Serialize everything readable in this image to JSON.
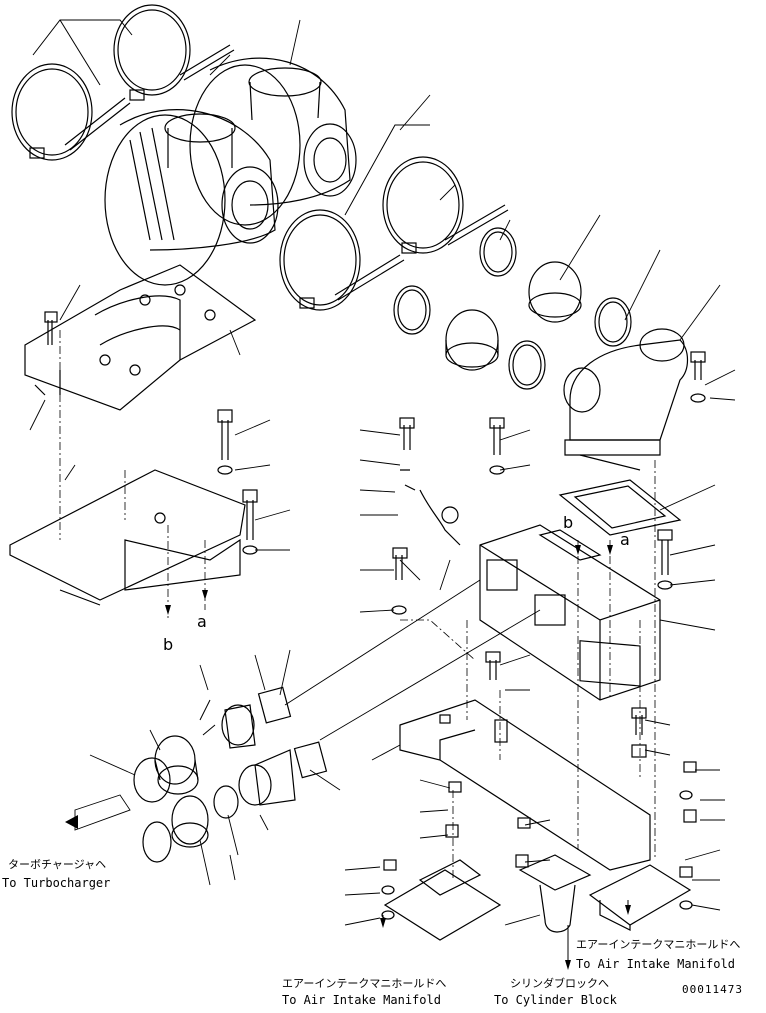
{
  "labels": {
    "turbo_jp": "ターボチャージャヘ",
    "turbo_en": "To Turbocharger",
    "intake_right_jp": "エアーインテークマニホールドへ",
    "intake_right_en": "To Air Intake Manifold",
    "intake_bottom_jp": "エアーインテークマニホールドへ",
    "intake_bottom_en": "To Air Intake Manifold",
    "cyl_jp": "シリンダブロックへ",
    "cyl_en": "To Cylinder Block"
  },
  "refs": {
    "a1": "a",
    "b1": "b",
    "a2": "a",
    "b2": "b"
  },
  "drawing_number": "00011473"
}
